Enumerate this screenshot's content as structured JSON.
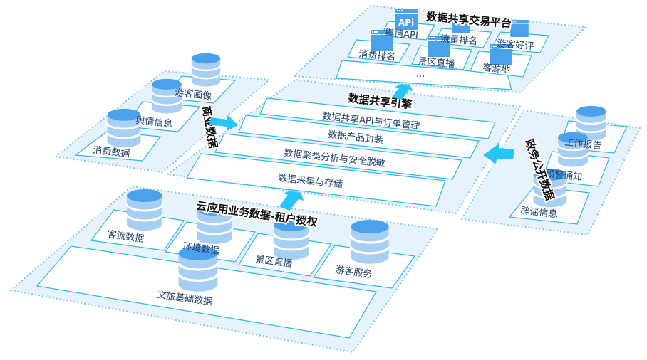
{
  "top_platform": {
    "title": "数据共享交易平台",
    "api_items": [
      "舆情API",
      "流量排名",
      "游客好评",
      "消费排名",
      "景区直播",
      "客源地"
    ],
    "ellipsis": "...",
    "api_icon_text": "APi"
  },
  "engine": {
    "title": "数据共享引擎",
    "layers": [
      "数据共享API与订单管理",
      "数据产品封装",
      "数据聚类分析与安全脱敏",
      "数据采集与存储"
    ]
  },
  "business_data": {
    "title": "商业数据",
    "items": [
      "游客画像",
      "舆情信息",
      "消费数据"
    ]
  },
  "gov_data": {
    "title": "政务公开数据",
    "items": [
      "工作报告",
      "预警通知",
      "辟谣信息"
    ]
  },
  "cloud_data": {
    "title": "云应用业务数据-租户授权",
    "items": [
      "客流数据",
      "环境数据",
      "景区直播",
      "游客服务"
    ],
    "base": "文旅基础数据"
  },
  "colors": {
    "accent": "#29c4f7",
    "plane": "#e6f2fd",
    "db_top": "#4aa3ea",
    "db_body": "#a7cff3"
  }
}
